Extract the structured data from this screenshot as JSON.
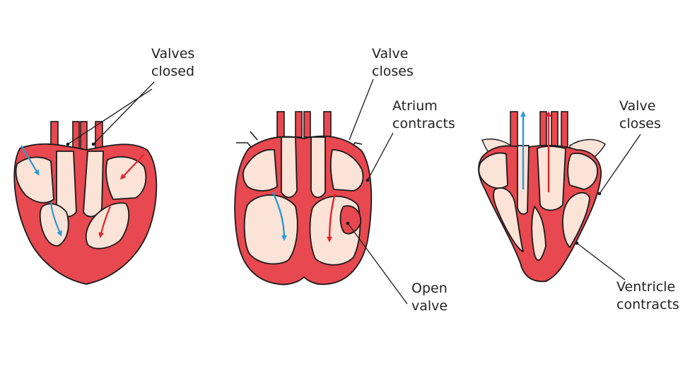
{
  "colors": {
    "muscle": "#e8484f",
    "chamber": "#fce3d8",
    "outline": "#1a1a1a",
    "deoxygenated_arrow": "#2a9ad8",
    "oxygenated_arrow": "#e0232a",
    "text": "#222222"
  },
  "stages": [
    {
      "labels": {
        "valves_closed_line1": "Valves",
        "valves_closed_line2": "closed"
      }
    },
    {
      "labels": {
        "valve_closes_line1": "Valve",
        "valve_closes_line2": "closes",
        "atrium_contracts_line1": "Atrium",
        "atrium_contracts_line2": "contracts",
        "open_valve_line1": "Open",
        "open_valve_line2": "valve"
      }
    },
    {
      "labels": {
        "valve_closes_line1": "Valve",
        "valve_closes_line2": "closes",
        "ventricle_contracts_line1": "Ventricle",
        "ventricle_contracts_line2": "contracts"
      }
    }
  ]
}
